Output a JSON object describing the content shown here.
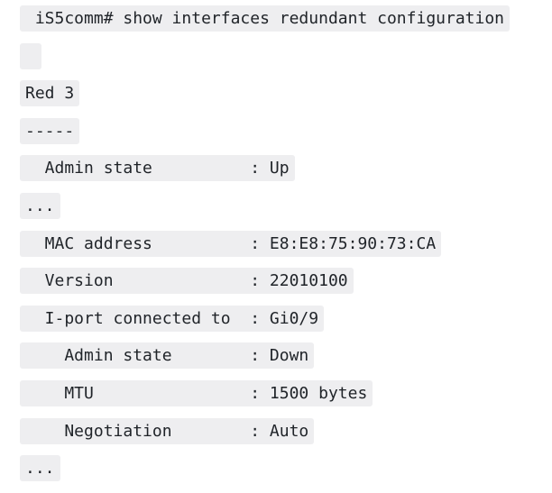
{
  "cli": {
    "command": " iS5comm# show interfaces redundant configuration",
    "blank": "",
    "group_title": "Red 3",
    "separator": "-----",
    "lines": [
      "  Admin state          : Up",
      "...",
      "  MAC address          : E8:E8:75:90:73:CA",
      "  Version              : 22010100",
      "  I-port connected to  : Gi0/9",
      "    Admin state        : Down",
      "    MTU                : 1500 bytes",
      "    Negotiation        : Auto",
      "..."
    ]
  }
}
